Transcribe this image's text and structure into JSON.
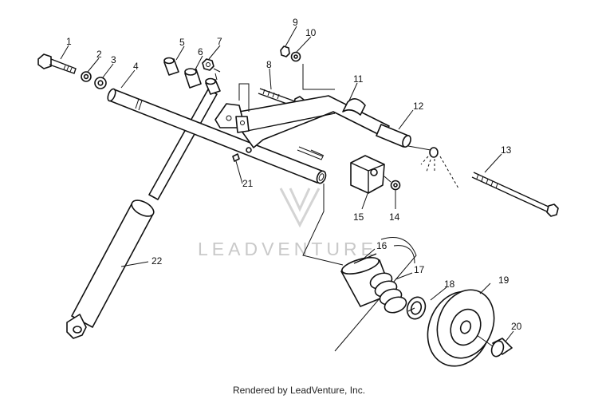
{
  "watermark": {
    "text": "LEADVENTURE"
  },
  "footer": {
    "credit": "Rendered by LeadVenture, Inc."
  },
  "callouts": [
    "1",
    "2",
    "3",
    "4",
    "5",
    "6",
    "7",
    "8",
    "9",
    "10",
    "11",
    "12",
    "13",
    "14",
    "15",
    "16",
    "17",
    "18",
    "19",
    "20",
    "21",
    "22"
  ]
}
